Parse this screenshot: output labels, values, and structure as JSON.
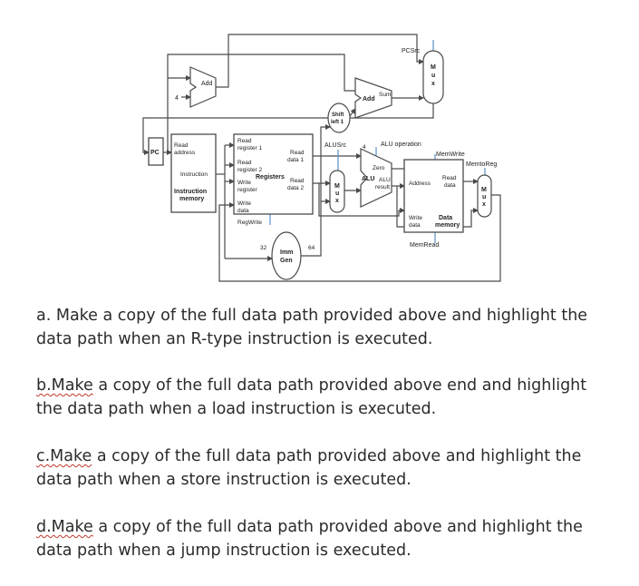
{
  "diagram": {
    "pc": "PC",
    "add_top": "Add",
    "const_four": "4",
    "add_sum": [
      "Add",
      "Sum"
    ],
    "pcsrc": "PCSrc",
    "shift_left": [
      "Shift",
      "left 1"
    ],
    "instruction_memory": {
      "read_address": [
        "Read",
        "address"
      ],
      "instruction": "Instruction",
      "title": [
        "Instruction",
        "memory"
      ]
    },
    "registers": {
      "read_register_1": [
        "Read",
        "register 1"
      ],
      "read_register_2": [
        "Read",
        "register 2"
      ],
      "write_register": [
        "Write",
        "register"
      ],
      "write_data": [
        "Write",
        "data"
      ],
      "read_data_1": [
        "Read",
        "data 1"
      ],
      "read_data_2": [
        "Read",
        "data 2"
      ],
      "title": "Registers",
      "regwrite": "RegWrite"
    },
    "imm_gen": {
      "title": [
        "Imm",
        "Gen"
      ],
      "in_width": "32",
      "out_width": "64"
    },
    "alusrc": "ALUSrc",
    "alu_op_width": "4",
    "alu_operation": "ALU operation",
    "alu": {
      "zero": "Zero",
      "title": "ALU",
      "result": [
        "ALU",
        "result"
      ]
    },
    "data_memory": {
      "memwrite": "MemWrite",
      "address": "Address",
      "read_data": [
        "Read",
        "data"
      ],
      "write_data": [
        "Write",
        "data"
      ],
      "title": [
        "Data",
        "memory"
      ],
      "memread": "MemRead"
    },
    "memtoreg": "MemtoReg",
    "mux_letters": [
      "M",
      "u",
      "x"
    ]
  },
  "questions": {
    "a": {
      "line1": "a. Make a copy of the full data path provided above and highlight the",
      "line2": "data path when an R-type instruction is executed."
    },
    "b": {
      "word": "b.Make",
      "line1_rest": " a copy of the full data path provided above end and highlight",
      "line2": "the data path when a load instruction is executed."
    },
    "c": {
      "word": "c.Make",
      "line1_rest": " a copy of the full data path provided above and highlight the",
      "line2": "data path when a store instruction is executed."
    },
    "d": {
      "word": "d.Make",
      "line1_rest": " a copy of the full data path provided above and highlight the",
      "line2": "data path when a jump instruction is executed."
    }
  },
  "colors": {
    "line": "#4a4a4a",
    "control": "#5b8fc9",
    "text": "#2b2b2b",
    "squiggle": "#c0392b"
  }
}
